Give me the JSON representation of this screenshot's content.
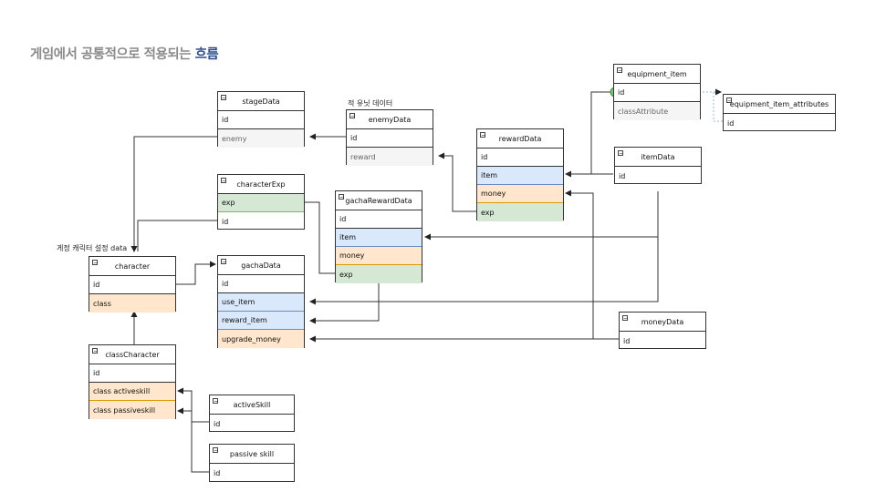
{
  "header": {
    "title_main": "게임에서 공통적으로 적용되는 ",
    "title_accent": "흐름",
    "accent_color": "#2b4c8c"
  },
  "labels": {
    "enemy_note": "적 유닛 데이터",
    "character_note": "게정 캐릭터 설정 data"
  },
  "toggle_glyph": "−",
  "entities": {
    "stageData": {
      "name": "stageData",
      "rows": [
        "id",
        "enemy"
      ]
    },
    "enemyData": {
      "name": "enemyData",
      "rows": [
        "id",
        "reward"
      ]
    },
    "rewardData": {
      "name": "rewardData",
      "rows": [
        "id",
        "item",
        "money",
        "exp"
      ]
    },
    "equipment_item": {
      "name": "equipment_item",
      "rows": [
        "id",
        "classAttribute"
      ]
    },
    "equipment_item_attributes": {
      "name": "equipment_item_attributes",
      "rows": [
        "id"
      ]
    },
    "itemData": {
      "name": "itemData",
      "rows": [
        "id"
      ]
    },
    "characterExp": {
      "name": "characterExp",
      "rows": [
        "exp",
        "id"
      ]
    },
    "gachaRewardData": {
      "name": "gachaRewardData",
      "rows": [
        "id",
        "item",
        "money",
        "exp"
      ]
    },
    "character": {
      "name": "character",
      "rows": [
        "id",
        "class"
      ]
    },
    "gachaData": {
      "name": "gachaData",
      "rows": [
        "id",
        "use_item",
        "reward_item",
        "upgrade_money"
      ]
    },
    "moneyData": {
      "name": "moneyData",
      "rows": [
        "id"
      ]
    },
    "classCharacter": {
      "name": "classCharacter",
      "rows": [
        "id",
        "class activeskill",
        "class passiveskill"
      ]
    },
    "activeSkill": {
      "name": "activeSkill",
      "rows": [
        "id"
      ]
    },
    "passiveSkill": {
      "name": "passive skill",
      "rows": [
        "id"
      ]
    }
  },
  "colors": {
    "blue_fill": "#dae8fc",
    "orange_fill": "#ffe6cc",
    "green_fill": "#d5e8d4",
    "gray_fill": "#f5f5f5",
    "connector_handle": "#7ec87e"
  }
}
